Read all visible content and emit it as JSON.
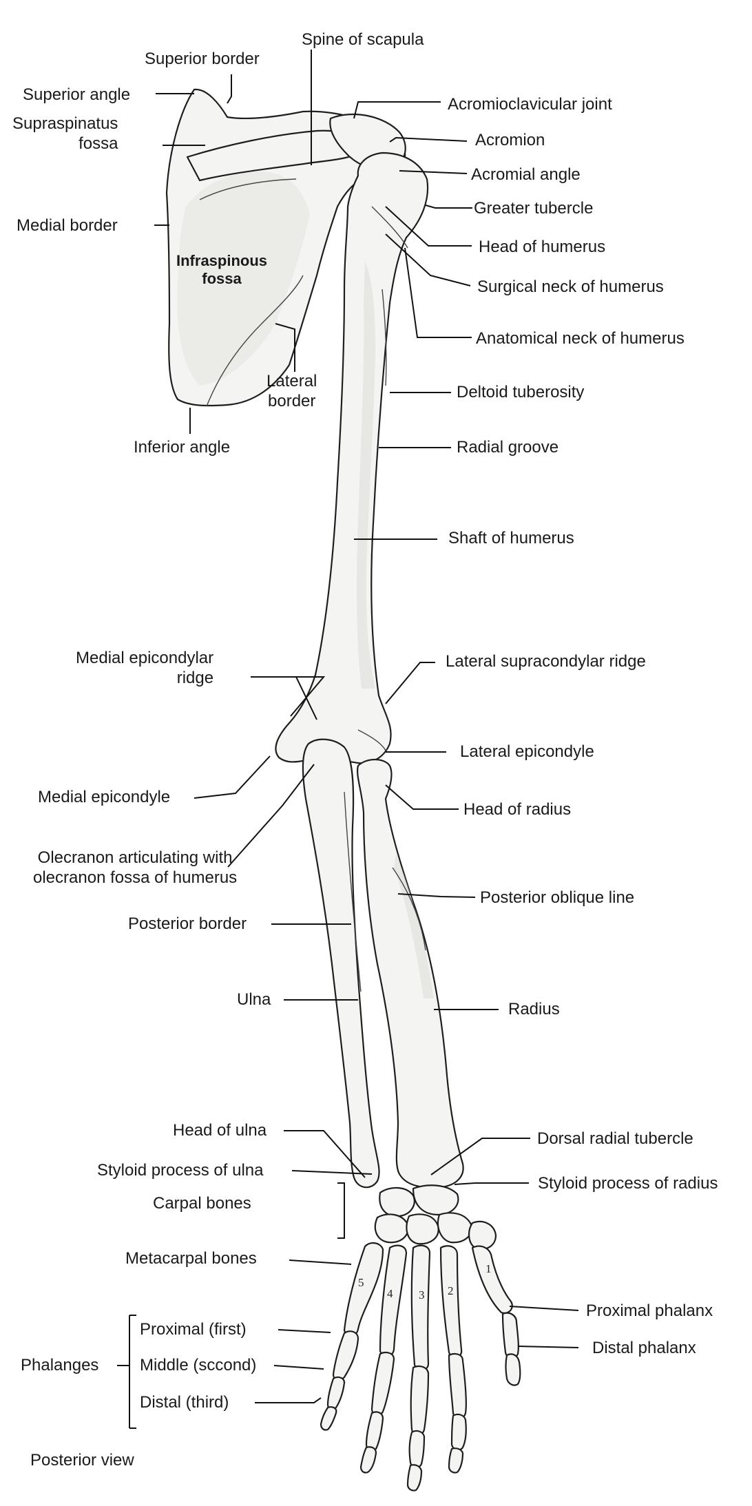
{
  "labels": {
    "spine_of_scapula": "Spine of scapula",
    "superior_border": "Superior border",
    "superior_angle": "Superior angle",
    "supraspinatus_fossa": "Supraspinatus\nfossa",
    "medial_border": "Medial border",
    "infraspinous_fossa": "Infraspinous\nfossa",
    "lateral_border": "Lateral\nborder",
    "inferior_angle": "Inferior angle",
    "acromioclavicular_joint": "Acromioclavicular joint",
    "acromion": "Acromion",
    "acromial_angle": "Acromial angle",
    "greater_tubercle": "Greater tubercle",
    "head_of_humerus": "Head of humerus",
    "surgical_neck": "Surgical neck of humerus",
    "anatomical_neck": "Anatomical neck of humerus",
    "deltoid_tuberosity": "Deltoid tuberosity",
    "radial_groove": "Radial groove",
    "shaft_of_humerus": "Shaft of humerus",
    "medial_epicondylar_ridge": "Medial epicondylar\nridge",
    "lateral_supracondylar_ridge": "Lateral supracondylar ridge",
    "lateral_epicondyle": "Lateral epicondyle",
    "medial_epicondyle": "Medial epicondyle",
    "head_of_radius": "Head of radius",
    "olecranon": "Olecranon articulating with\nolecranon fossa of humerus",
    "posterior_oblique_line": "Posterior oblique line",
    "posterior_border": "Posterior border",
    "ulna": "Ulna",
    "radius": "Radius",
    "head_of_ulna": "Head of ulna",
    "dorsal_radial_tubercle": "Dorsal radial tubercle",
    "styloid_ulna": "Styloid process of ulna",
    "styloid_radius": "Styloid process of radius",
    "carpal_bones": "Carpal bones",
    "metacarpal_bones": "Metacarpal bones",
    "proximal_phalanx": "Proximal phalanx",
    "distal_phalanx": "Distal phalanx",
    "phalanges": "Phalanges",
    "proximal_first": "Proximal (first)",
    "middle_second": "Middle (sccond)",
    "distal_third": "Distal (third)",
    "posterior_view": "Posterior view"
  },
  "digit_numbers": [
    "1",
    "2",
    "3",
    "4",
    "5"
  ]
}
